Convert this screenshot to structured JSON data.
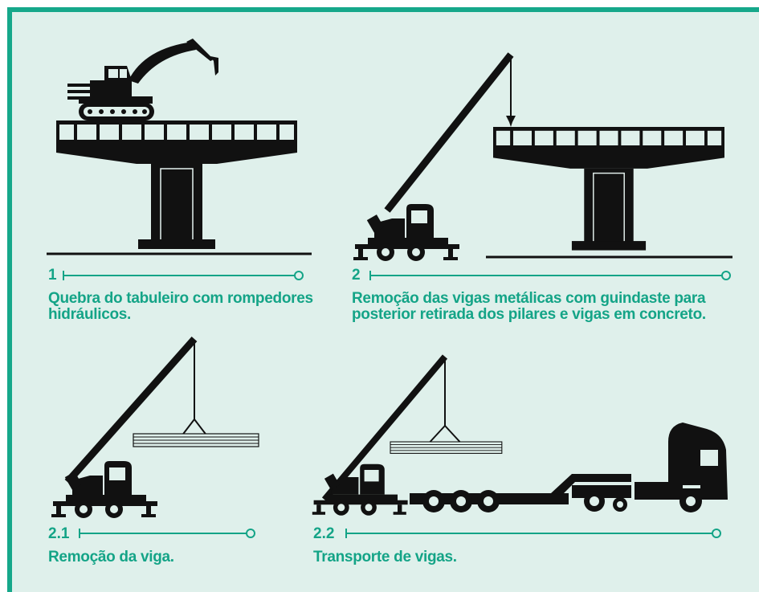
{
  "colors": {
    "accent": "#14a487",
    "frame": "#16a88a",
    "background": "#dff0eb",
    "ink": "#111111"
  },
  "steps": [
    {
      "number": "1",
      "caption_line1": "Quebra do tabuleiro com rompedores",
      "caption_line2": "hidráulicos."
    },
    {
      "number": "2",
      "caption_line1": "Remoção das vigas metálicas com guindaste para",
      "caption_line2": "posterior retirada dos pilares e vigas em concreto."
    },
    {
      "number": "2.1",
      "caption_line1": "Remoção da viga.",
      "caption_line2": ""
    },
    {
      "number": "2.2",
      "caption_line1": "Transporte de vigas.",
      "caption_line2": ""
    }
  ],
  "illustrations": [
    "excavator-on-bridge",
    "crane-lifting-beam-from-bridge",
    "crane-holding-beam",
    "crane-loading-truck"
  ]
}
